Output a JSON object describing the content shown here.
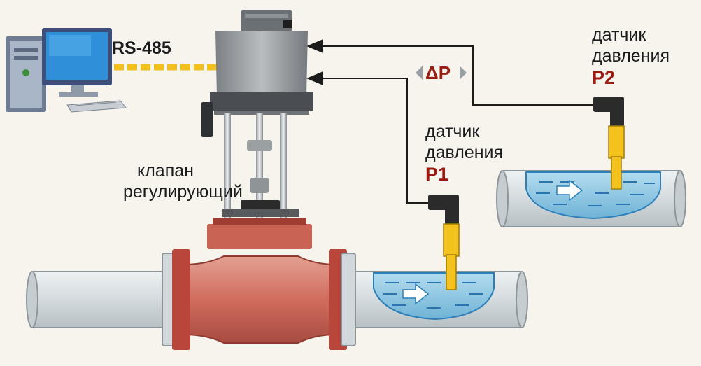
{
  "interface": {
    "label": "RS-485"
  },
  "valve": {
    "label_line1": "клапан",
    "label_line2": "регулирующий"
  },
  "sensor_p1": {
    "line1": "датчик",
    "line2": "давления",
    "code": "P1"
  },
  "sensor_p2": {
    "line1": "датчик",
    "line2": "давления",
    "code": "P2"
  },
  "differential": {
    "label": "ΔP"
  },
  "colors": {
    "pipe": "#d9e0e3",
    "valve_body": "#d7786a",
    "flange": "#b8463a",
    "water": "#93cbe6",
    "sensor": "#f3c21c",
    "cable": "#f2bf1f",
    "accent_text": "#9b1b12",
    "actuator": "#8c9195"
  }
}
